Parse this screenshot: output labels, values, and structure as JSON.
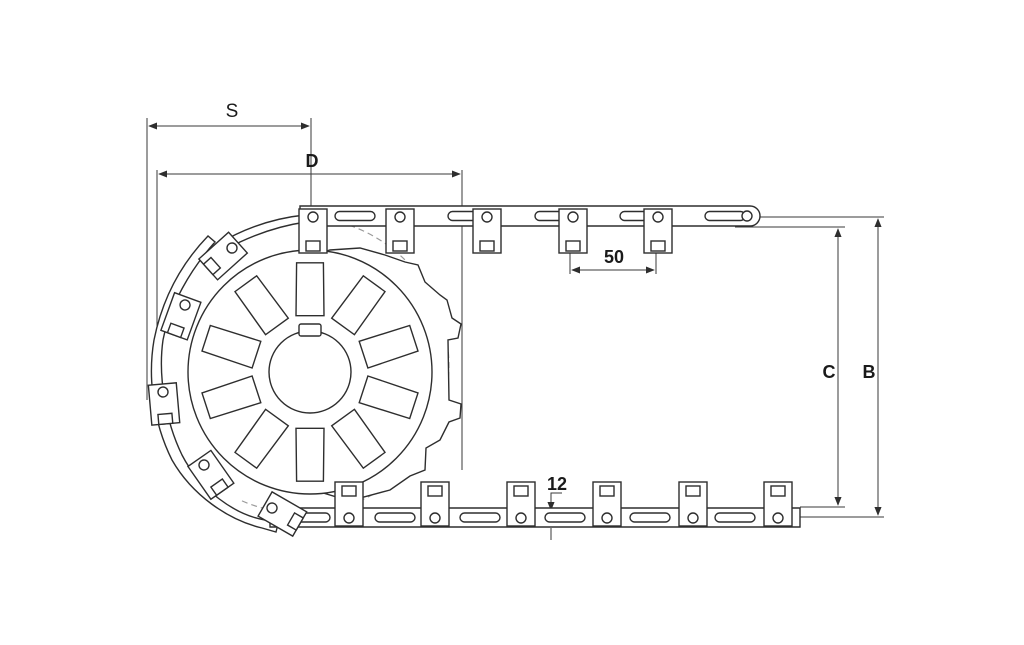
{
  "diagram": {
    "dimensions": {
      "S": "S",
      "D": "D",
      "pitch": "50",
      "thickness": "12",
      "C": "C",
      "B": "B"
    }
  },
  "colors": {
    "line": "#3a3a3a",
    "background": "#ffffff",
    "dashed": "#9a9a9a"
  }
}
